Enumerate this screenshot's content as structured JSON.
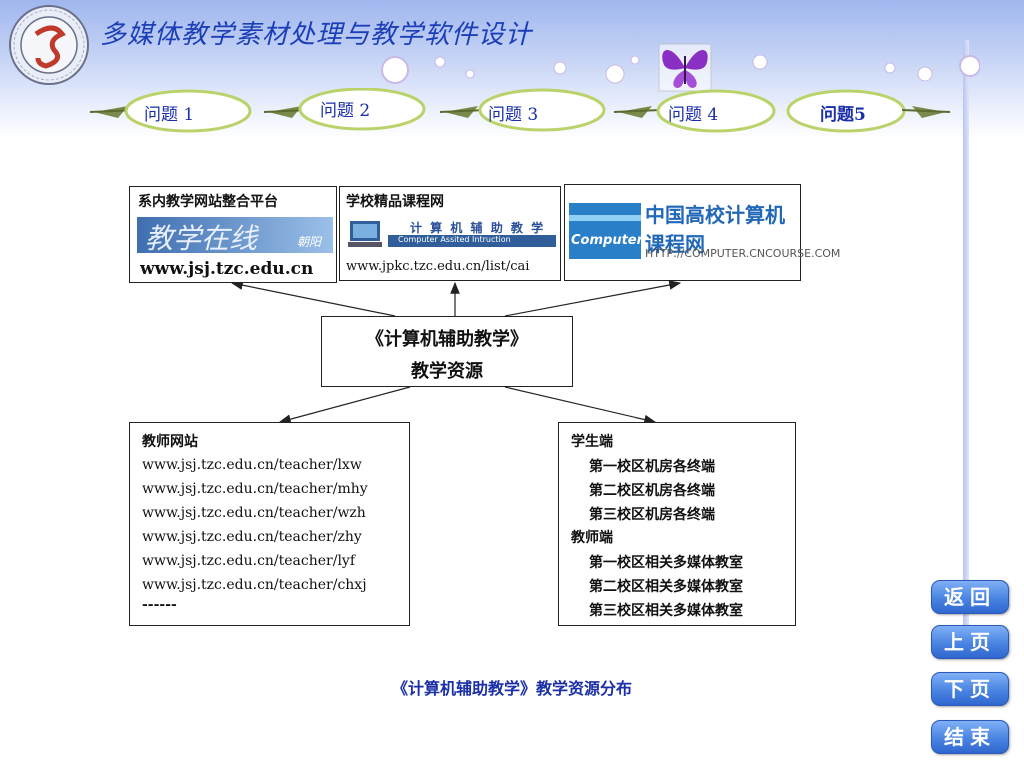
{
  "app": {
    "title": "多媒体教学素材处理与教学软件设计"
  },
  "tabs": [
    {
      "label": "问题 1"
    },
    {
      "label": "问题 2"
    },
    {
      "label": "问题 3"
    },
    {
      "label": "问题 4"
    },
    {
      "label": "问题5"
    }
  ],
  "top_boxes": [
    {
      "title": "系内教学网站整合平台",
      "banner_text": "教学在线",
      "banner_sub": "朝阳",
      "url": "www.jsj.tzc.edu.cn"
    },
    {
      "title": "学校精品课程网",
      "banner_text": "计 算 机 辅 助 教 学",
      "banner_sub": "Computer Assited Intruction",
      "url": "www.jpkc.tzc.edu.cn/list/cai"
    },
    {
      "logo_word": "Computer",
      "banner_text": "中国高校计算机课程网",
      "url": "HTTP://COMPUTER.CNCOURSE.COM"
    }
  ],
  "center_box": {
    "line1": "《计算机辅助教学》",
    "line2": "教学资源"
  },
  "teacher_box": {
    "title": "教师网站",
    "urls": [
      "www.jsj.tzc.edu.cn/teacher/lxw",
      "www.jsj.tzc.edu.cn/teacher/mhy",
      "www.jsj.tzc.edu.cn/teacher/wzh",
      "www.jsj.tzc.edu.cn/teacher/zhy",
      "www.jsj.tzc.edu.cn/teacher/lyf",
      "www.jsj.tzc.edu.cn/teacher/chxj"
    ],
    "more": "------"
  },
  "student_box": {
    "student_title": "学生端",
    "student_items": [
      "第一校区机房各终端",
      "第二校区机房各终端",
      "第三校区机房各终端"
    ],
    "teacher_title": "教师端",
    "teacher_items": [
      "第一校区相关多媒体教室",
      "第二校区相关多媒体教室",
      "第三校区相关多媒体教室"
    ]
  },
  "caption": "《计算机辅助教学》教学资源分布",
  "nav": {
    "back": "返回",
    "prev": "上页",
    "next": "下页",
    "end": "结束"
  },
  "colors": {
    "title_blue": "#1c3fb8",
    "button_blue": "#4a84e2",
    "tab_ring": "#b9d36a"
  }
}
